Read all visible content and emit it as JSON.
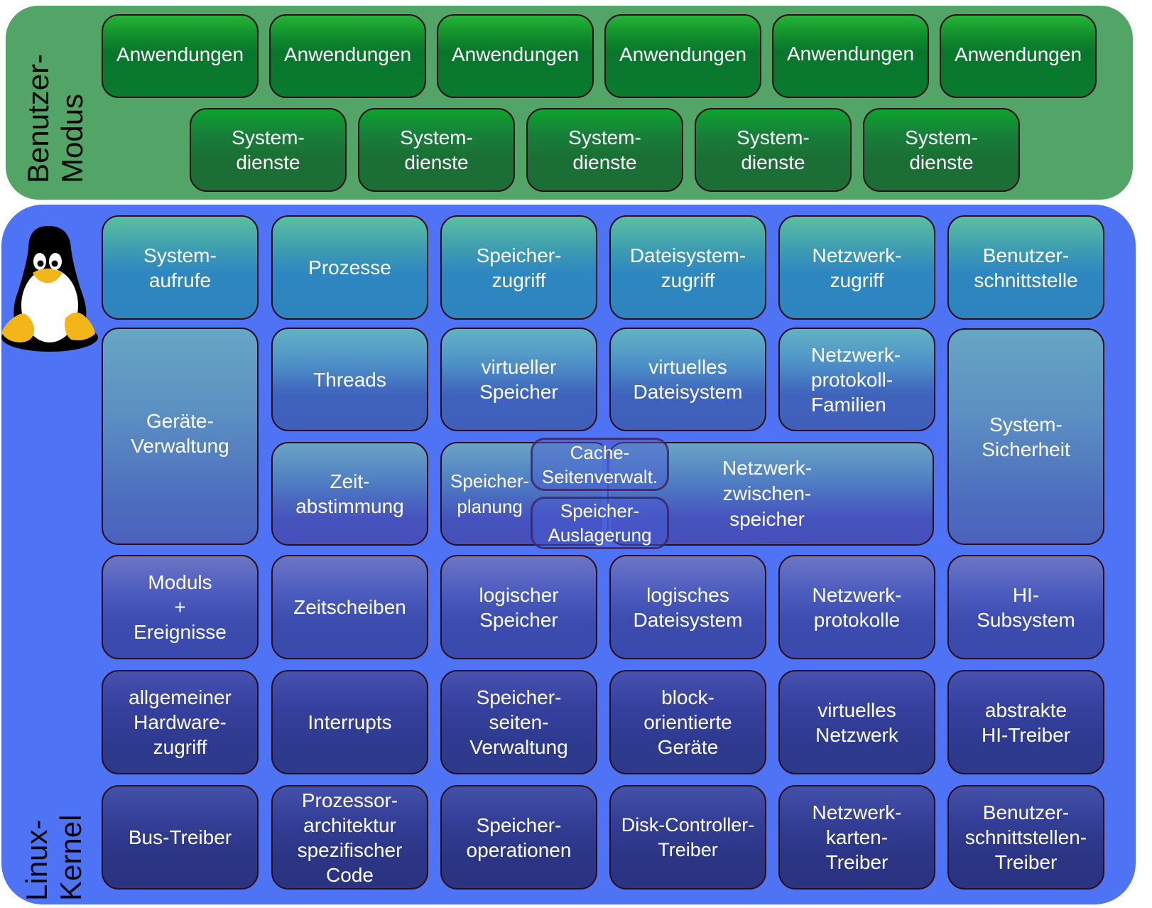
{
  "user_mode": {
    "label": "Benutzer-\nModus",
    "applications": [
      "Anwendungen",
      "Anwendungen",
      "Anwendungen",
      "Anwendungen",
      "Anwendungen",
      "Anwendungen"
    ],
    "system_services": [
      "System-\ndienste",
      "System-\ndienste",
      "System-\ndienste",
      "System-\ndienste",
      "System-\ndienste"
    ]
  },
  "kernel": {
    "label": "Linux-\nKernel",
    "logo": "tux-penguin-icon",
    "rows": [
      [
        "System-\naufrufe",
        "Prozesse",
        "Speicher-\nzugriff",
        "Dateisystem-\nzugriff",
        "Netzwerk-\nzugriff",
        "Benutzer-\nschnittstelle"
      ],
      [
        "Geräte-\nVerwaltung",
        "Threads",
        "virtueller\nSpeicher",
        "virtuelles\nDateisystem",
        "Netzwerk-\nprotokoll-\nFamilien",
        "System-\nSicherheit"
      ],
      [
        "Zeit-\nabstimmung",
        "Speicher-\nplanung",
        "Netzwerk-\nzwischen-\nspeicher"
      ],
      [
        "Moduls\n+\nEreignisse",
        "Zeitscheiben",
        "logischer\nSpeicher",
        "logisches\nDateisystem",
        "Netzwerk-\nprotokolle",
        "HI-\nSubsystem"
      ],
      [
        "allgemeiner\nHardware-\nzugriff",
        "Interrupts",
        "Speicher-\nseiten-\nVerwaltung",
        "block-\norientierte\nGeräte",
        "virtuelles\nNetzwerk",
        "abstrakte\nHI-Treiber"
      ],
      [
        "Bus-Treiber",
        "Prozessor-\narchitektur\nspezifischer\nCode",
        "Speicher-\noperationen",
        "Disk-Controller-\nTreiber",
        "Netzwerk-\nkarten-\nTreiber",
        "Benutzer-\nschnittstellen-\nTreiber"
      ]
    ],
    "overlays": [
      "Cache-\nSeitenverwalt.",
      "Speicher-\nAuslagerung"
    ]
  },
  "colors": {
    "user_panel": "#52a467",
    "kernel_panel": "#4e74f5",
    "box_border": "#2c0f1a",
    "text": "#ffffff"
  }
}
